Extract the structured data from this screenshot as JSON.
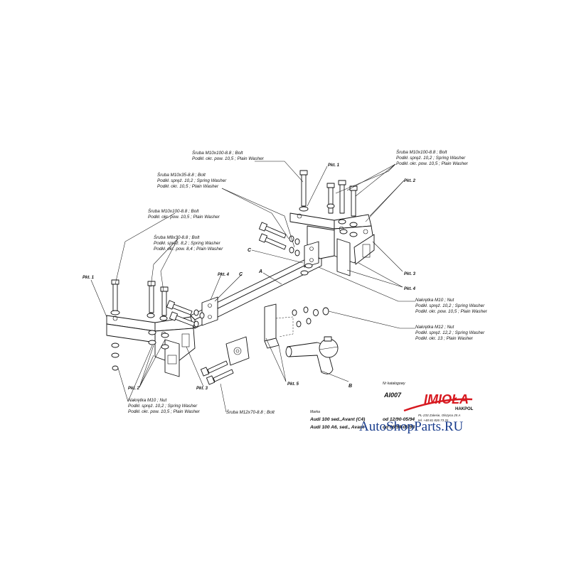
{
  "labels": {
    "bolt_top": [
      "Śruba M10x100-8.8 ;  Bolt",
      "Podkł. okr. pow. 10,5 ; Plain Washer"
    ],
    "bolt_right_top": [
      "Śruba M10x100-8.8 ;  Bolt",
      "Podkł. spręż. 10,2 ; Spring Washer",
      "Podkł. okr. pow. 10,5 ; Plain Washer"
    ],
    "bolt_m10x35": [
      "Śruba M10x35-8.8 ;  Bolt",
      "Podkł. spręż. 10,2 ; Spring Washer",
      "Podkł. okr. 10,5 ; Plain Washer"
    ],
    "bolt_left": [
      "Śruba M10x100-8.8 ;  Bolt",
      "Podkł. okr. pow. 10,5 ; Plain Washer"
    ],
    "bolt_m8": [
      "Śruba M8x30-8.8 ;  Bolt",
      "Podkł. spręż. 8,2 ; Spring Washer",
      "Podkł. okr. pow. 8,4 ; Plain Washer"
    ],
    "nut_m10_right": [
      "Nakrętka  M10 ; Nut",
      "Podkł. spręż. 10,2 ; Spring Washer",
      "Podkł. okr. pow. 10,5 ; Plain Washer"
    ],
    "nut_m12": [
      "Nakrętka  M12 ; Nut",
      "Podkł. spręż. 12,2 ; Spring Washer",
      "Podkł. okr. 13 ; Plain Washer"
    ],
    "nut_m10_bottom": [
      "Nakrętka  M10 ; Nut",
      "Podkł. spręż. 10,2 ; Spring Washer",
      "Podkł. okr. pow. 10,5 ; Plain Washer"
    ],
    "bolt_m12": "Śruba M12x70-8.8 ;  Bolt"
  },
  "points": {
    "p1_top": "Pkt. 1",
    "p2_right": "Pkt. 2",
    "p3_right": "Pkt. 3",
    "p4_right": "Pkt. 4",
    "p1_left": "Pkt. 1",
    "p4_mid": "Pkt. 4",
    "p2_bottom": "Pkt. 2",
    "p3_bottom": "Pkt. 3",
    "p5": "Pkt. 5"
  },
  "letters": {
    "a": "A",
    "b": "B",
    "c_left": "C",
    "c_mid": "C"
  },
  "catalog": {
    "heading": "Nr katalogowy",
    "number": "AI007",
    "brand_heading": "Marka",
    "models": [
      "Audi 100 sed.,Avant (C4)",
      "Audi 100 A6, sed., Avant"
    ],
    "years": [
      "od 12/90-05/94",
      "od 06/94-05/98"
    ]
  },
  "logo": {
    "brand": "IMIOŁA",
    "sub": "HAKPOL",
    "address": [
      "PL-233 Zalesie, Olszyna 25 A",
      "tel. +48 81 826 73 31"
    ]
  },
  "watermark": "AutoShopParts.RU",
  "colors": {
    "logo_red": "#d71920",
    "watermark_blue": "#173b8c",
    "line": "#111111"
  }
}
